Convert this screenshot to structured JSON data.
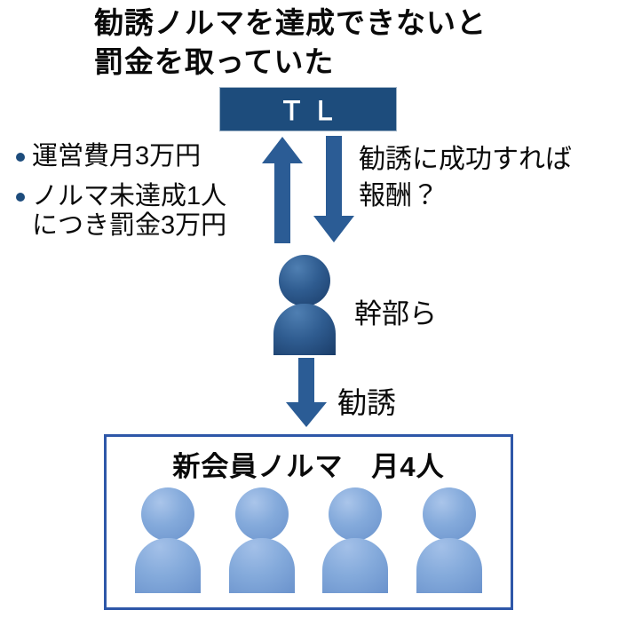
{
  "title": "勧誘ノルマを達成できないと\n罰金を取っていた",
  "tl_box": {
    "label": "ＴＬ"
  },
  "left_notes": {
    "items": [
      {
        "text": "運営費月3万円"
      },
      {
        "text": "ノルマ未達成1人\nにつき罰金3万円"
      }
    ]
  },
  "right_note": "勧誘に成功すれば\n報酬？",
  "executive": {
    "label": "幹部ら"
  },
  "recruit_arrow": {
    "label": "勧誘"
  },
  "member_box": {
    "title": "新会員ノルマ　月4人",
    "member_count": 4
  },
  "icons": {
    "up_arrow": "payment-up-arrow",
    "down_arrow": "reward-down-arrow",
    "recruit_arrow": "recruit-down-arrow",
    "person_dark": "executive-person",
    "person_light": "member-person"
  },
  "colors": {
    "tl_box_navy": "#1d4c7c",
    "arrow_blue": "#2b5c95",
    "member_box_border": "#2e57a8",
    "executive_person_blue": "#2f5c90",
    "member_person_blue": "#84aadb",
    "text": "#0a0a0a",
    "tl_text": "#ffffff"
  }
}
